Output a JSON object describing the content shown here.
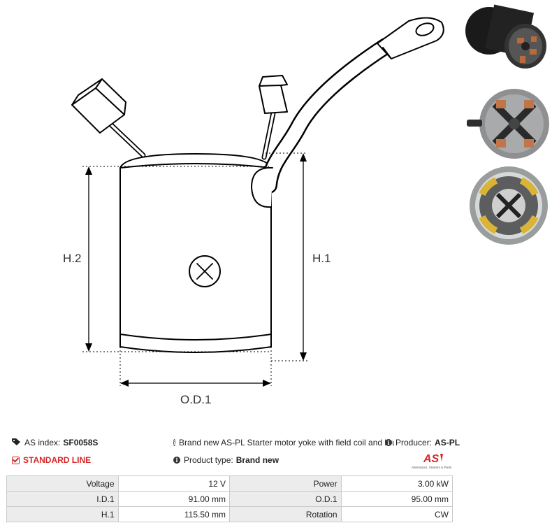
{
  "diagram": {
    "labels": {
      "h2": "H.2",
      "h1": "H.1",
      "od1": "O.D.1"
    }
  },
  "thumbnails": [
    {
      "name": "starter-motor-photo"
    },
    {
      "name": "brush-holder-photo"
    },
    {
      "name": "field-coil-photo"
    }
  ],
  "info": {
    "index_label": "AS index:",
    "index_value": "SF0058S",
    "standard_line": "STANDARD LINE",
    "description": "Brand new AS-PL Starter motor yoke with field coil and brush",
    "product_type_label": "Product type:",
    "product_type_value": "Brand new",
    "producer_label": "Producer:",
    "producer_value": "AS-PL"
  },
  "logo": {
    "text": "AS",
    "tagline": "Alternators, Starters & Parts"
  },
  "specs": [
    [
      "Voltage",
      "12 V",
      "Power",
      "3.00 kW"
    ],
    [
      "I.D.1",
      "91.00 mm",
      "O.D.1",
      "95.00 mm"
    ],
    [
      "H.1",
      "115.50 mm",
      "Rotation",
      "CW"
    ]
  ],
  "colors": {
    "accent": "#d62828",
    "table_label_bg": "#ececec",
    "table_border": "#c9c9c9"
  },
  "icons": {
    "tag": "tag-icon",
    "check": "check-square-icon",
    "info": "info-circle-icon"
  }
}
